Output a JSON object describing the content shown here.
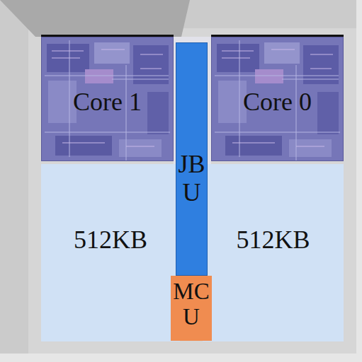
{
  "diagram": {
    "nodes": [
      {
        "text": [
          "Core 1"
        ]
      },
      {
        "text": [
          "Core 0"
        ]
      },
      {
        "text": [
          "JB U"
        ]
      },
      {
        "text": [
          "512KB"
        ]
      },
      {
        "text": [
          "512KB"
        ]
      },
      {
        "text": [
          "MC U"
        ]
      }
    ]
  }
}
